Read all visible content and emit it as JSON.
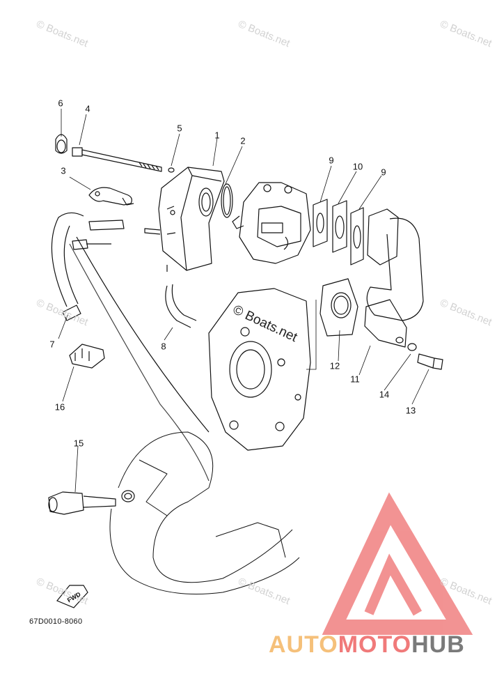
{
  "watermark": "© Boats.net",
  "center_watermark": "© Boats.net",
  "diagram_code": "67D0010-8060",
  "fwd_label": "FWD",
  "brand": {
    "part1": "AUTO",
    "part2": "MOTO",
    "part3": "HUB",
    "color1": "#f5c07a",
    "color2": "#f07a7a",
    "color3": "#7a7a7a",
    "logo_color": "#f08080"
  },
  "callouts": [
    "1",
    "2",
    "3",
    "4",
    "5",
    "6",
    "7",
    "8",
    "9",
    "10",
    "9",
    "11",
    "12",
    "13",
    "14",
    "15",
    "16"
  ]
}
